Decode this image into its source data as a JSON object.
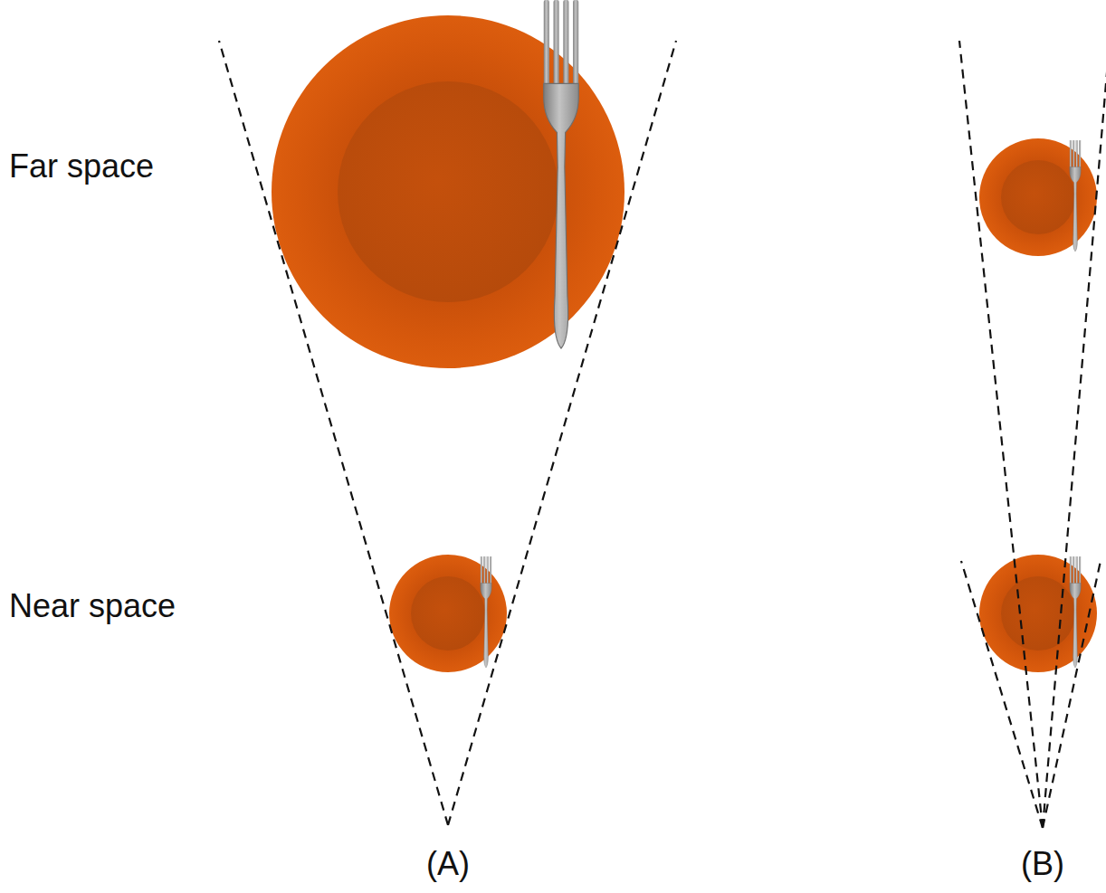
{
  "diagram": {
    "labels": [
      "Far space",
      "Near space",
      "(A)",
      "(B)"
    ]
  }
}
